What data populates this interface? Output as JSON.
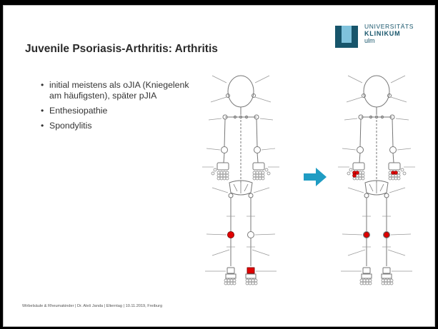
{
  "slide": {
    "title": "Juvenile Psoriasis-Arthritis:  Arthritis",
    "bullets": [
      "initial meistens als oJIA (Kniegelenk am häufigsten), später pJIA",
      "Enthesiopathie",
      "Spondylitis"
    ],
    "footer": "Wirbelsäule & Rheumakinder | Dr.  Aleš Janda | Elterntag | 10.11.2019, Freiburg"
  },
  "logo": {
    "line1": "UNIVERSITÄTS",
    "line2": "KLINIKUM",
    "line3": "ulm",
    "colors": {
      "dark": "#17556b",
      "light": "#7fc2dc"
    }
  },
  "diagram": {
    "arrow_icon": "arrow-right-icon",
    "colors": {
      "arrow": "#1f9cc3",
      "inflamed_joint": "#e10000",
      "outline": "#777777"
    }
  }
}
